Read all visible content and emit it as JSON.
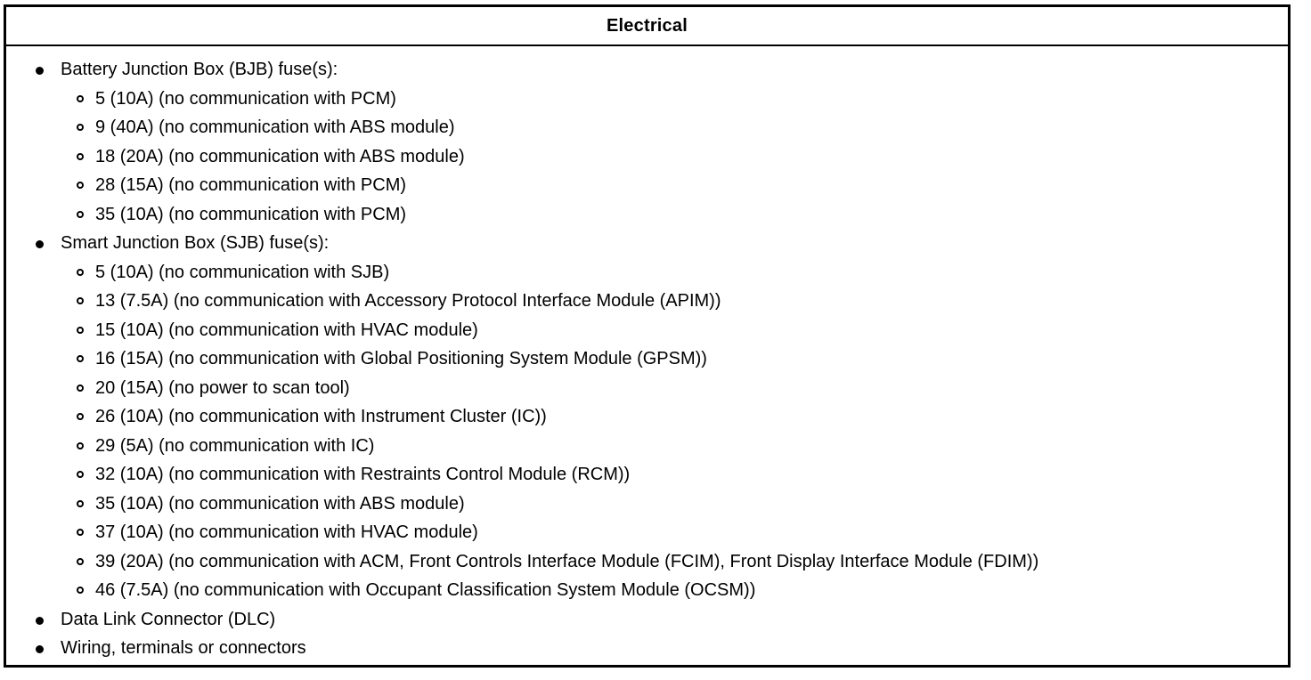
{
  "table": {
    "header": {
      "title": "Electrical"
    },
    "border_color": "#000000",
    "background_color": "#ffffff",
    "text_color": "#000000",
    "markers": {
      "level1_icon": "filled-disc-bullet",
      "level2_icon": "hollow-circle-bullet"
    },
    "items": [
      {
        "label": "Battery Junction Box (BJB) fuse(s):",
        "children": [
          "5 (10A) (no communication with PCM)",
          "9 (40A) (no communication with ABS module)",
          "18 (20A) (no communication with ABS module)",
          "28 (15A) (no communication with PCM)",
          "35 (10A) (no communication with PCM)"
        ]
      },
      {
        "label": "Smart Junction Box (SJB) fuse(s):",
        "children": [
          "5 (10A) (no communication with SJB)",
          "13 (7.5A) (no communication with Accessory Protocol Interface Module (APIM))",
          "15 (10A) (no communication with HVAC module)",
          "16 (15A) (no communication with Global Positioning System Module (GPSM))",
          "20 (15A) (no power to scan tool)",
          "26 (10A) (no communication with Instrument Cluster (IC))",
          "29 (5A) (no communication with IC)",
          "32 (10A) (no communication with Restraints Control Module (RCM))",
          "35 (10A) (no communication with ABS module)",
          "37 (10A) (no communication with HVAC module)",
          "39 (20A) (no communication with ACM, Front Controls Interface Module (FCIM), Front Display Interface Module (FDIM))",
          "46 (7.5A) (no communication with Occupant Classification System Module (OCSM))"
        ]
      },
      {
        "label": "Data Link Connector (DLC)",
        "children": []
      },
      {
        "label": "Wiring, terminals or connectors",
        "children": []
      }
    ]
  }
}
